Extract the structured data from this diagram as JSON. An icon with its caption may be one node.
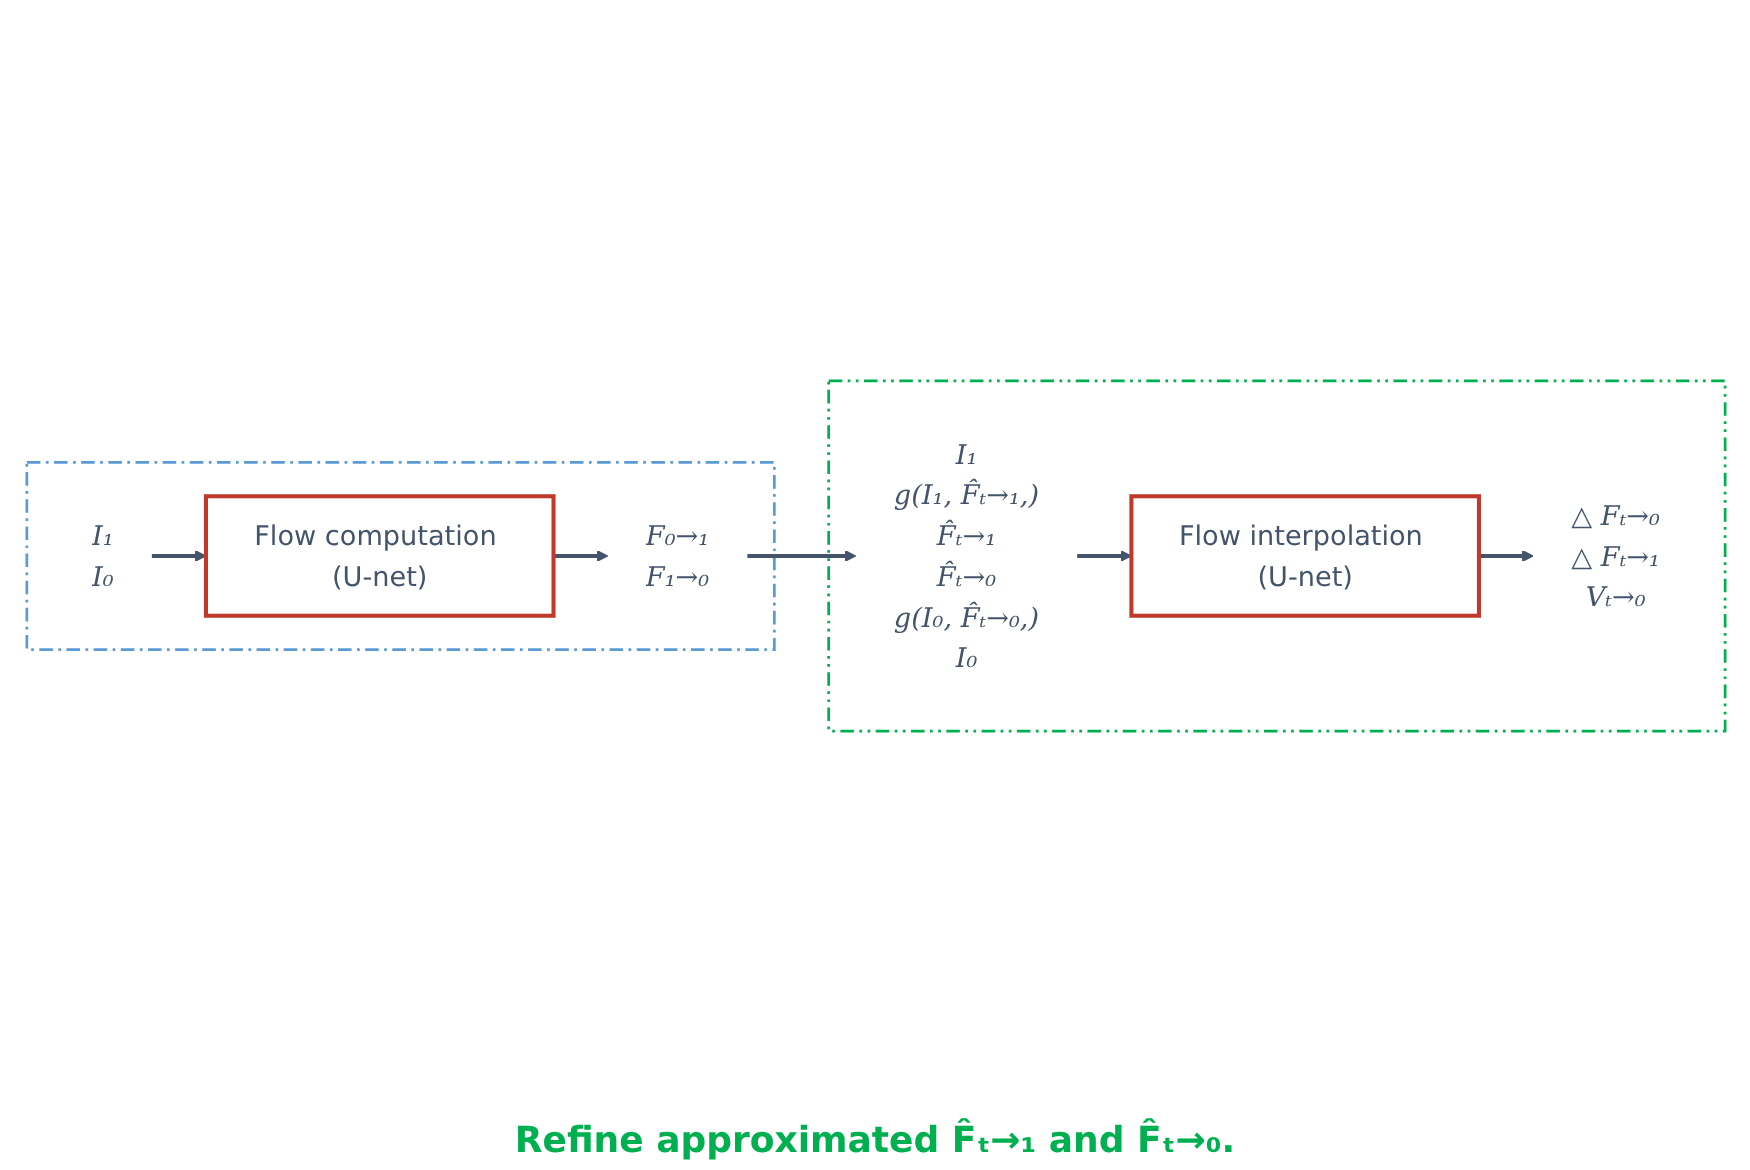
{
  "diagram": {
    "nodes": [
      {
        "text": [],
        "shape": "box"
      },
      {
        "text": [
          "I₁",
          "I₀"
        ],
        "in": 0
      },
      {
        "text": [
          "Flow computation (U-net)"
        ],
        "in": 0
      },
      {
        "text": [
          "F₀→₁",
          "F₁→₀"
        ],
        "in": 0
      },
      {
        "text": [],
        "shape": "box"
      },
      {
        "text": [
          "I₁",
          "g(I₁, F̂ₜ→₁,)",
          "F̂ₜ→₁",
          "F̂ₜ→₀",
          "g(I₀, F̂ₜ→₀,)",
          "I₀"
        ],
        "in": 4
      },
      {
        "text": [
          "Flow interpolation (U-net)"
        ],
        "in": 4
      },
      {
        "text": [
          "△ Fₜ→₀",
          "△ Fₜ→₁",
          "Vₜ→₀"
        ],
        "in": 4
      }
    ],
    "edges": [
      {
        "from": 1,
        "to": 2,
        "arrow": "to"
      },
      {
        "from": 2,
        "to": 3,
        "arrow": "to"
      },
      {
        "from": 3,
        "to": 5,
        "arrow": "to"
      },
      {
        "from": 5,
        "to": 6,
        "arrow": "to"
      },
      {
        "from": 6,
        "to": 7,
        "arrow": "to"
      }
    ],
    "labels": [
      "Refine approximated F̂ₜ→₁ and F̂ₜ→₀."
    ]
  }
}
